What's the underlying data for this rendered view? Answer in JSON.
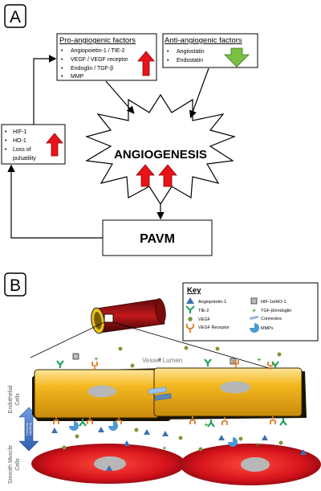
{
  "panel_a": {
    "letter": "A",
    "pro": {
      "title": "Pro-angiogenic factors",
      "items": [
        "Angiopoietin-1 / TIE-2",
        "VEGF / VEGF receptor",
        "Endoglin / TGF-β",
        "MMP"
      ]
    },
    "anti": {
      "title": "Anti-angiogenic factors",
      "items": [
        "Angiostatin",
        "Endostatin"
      ]
    },
    "hif": {
      "items": [
        "HIF-1",
        "HO-1",
        "Loss of",
        "pulsatility"
      ]
    },
    "center": "ANGIOGENESIS",
    "pavm": "PAVM",
    "bullet": "•"
  },
  "panel_b": {
    "letter": "B",
    "lumen": "Vessel Lumen",
    "endothelial": [
      "Endothelial",
      "Cells"
    ],
    "smooth": [
      "Smooth Muscle",
      "Cells"
    ],
    "paracrine": [
      "Paracrine",
      "Signalling"
    ],
    "key": {
      "title": "Key",
      "items": [
        {
          "icon": "angiopoietin-icon",
          "label": "Angiopoietin-1"
        },
        {
          "icon": "hif-ho-icon",
          "label": "HIF-1α/HO-1"
        },
        {
          "icon": "tie2-icon",
          "label": "TIE-2"
        },
        {
          "icon": "tgf-endoglin-icon",
          "label": "TGF-β/endoglin"
        },
        {
          "icon": "vegf-icon",
          "label": "VEGF"
        },
        {
          "icon": "connexins-icon",
          "label": "Connexins"
        },
        {
          "icon": "vegf-receptor-icon",
          "label": "VEGF Receptor"
        },
        {
          "icon": "mmp-icon",
          "label": "MMPs"
        }
      ]
    }
  },
  "colors": {
    "up_arrow": "#e8141a",
    "down_arrow": "#7ac143",
    "endothelial_cell": "#f2b21f",
    "smooth_cell": "#d4121b",
    "receptor": "#e07a1f",
    "tie2": "#1fa05a",
    "ang1": "#3f6fae",
    "vegf": "#7a9a3a"
  }
}
